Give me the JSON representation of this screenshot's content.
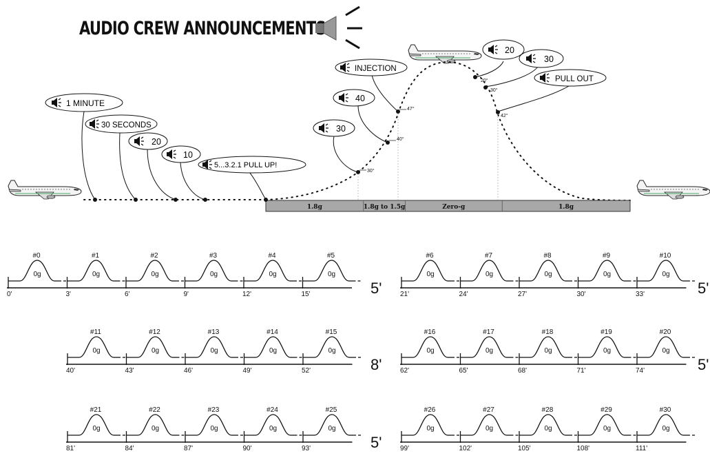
{
  "title": "AUDIO CREW ANNOUNCEMENTS",
  "callouts": {
    "one_minute": "1  MINUTE",
    "thirty_seconds": "30 SECONDS",
    "twenty": "20",
    "ten": "10",
    "countdown": "5...3.2.1 PULL UP!",
    "thirty": "30",
    "forty": "40",
    "injection": "INJECTION",
    "top_twenty": "20",
    "top_thirty": "30",
    "pull_out": "PULL OUT"
  },
  "angle_marks": {
    "a30": "30°",
    "a40": "40°",
    "a47": "47°",
    "d20": "20°",
    "d30": "30°",
    "d42": "42°"
  },
  "phases": [
    {
      "label": "1.8g",
      "start_parabola": 0,
      "weight": 1.45
    },
    {
      "label": "1.8g to 1.5g",
      "weight": 0.62
    },
    {
      "label": "Zero-g",
      "weight": 1.44
    },
    {
      "label": "1.8g",
      "weight": 1.9
    }
  ],
  "parabola_label": "0g",
  "rows": [
    {
      "left": {
        "numbers": [
          "#0",
          "#1",
          "#2",
          "#3",
          "#4",
          "#5"
        ],
        "ticks": [
          "0'",
          "3'",
          "6'",
          "9'",
          "12'",
          "15'"
        ]
      },
      "gap": "5'",
      "right": {
        "numbers": [
          "#6",
          "#7",
          "#8",
          "#9",
          "#10"
        ],
        "ticks": [
          "21'",
          "24'",
          "27'",
          "30'",
          "33'"
        ]
      },
      "end": "5'"
    },
    {
      "left": {
        "numbers": [
          "#11",
          "#12",
          "#13",
          "#14",
          "#15"
        ],
        "ticks": [
          "40'",
          "43'",
          "46'",
          "49'",
          "52'"
        ]
      },
      "gap": "8'",
      "right": {
        "numbers": [
          "#16",
          "#17",
          "#18",
          "#19",
          "#20"
        ],
        "ticks": [
          "62'",
          "65'",
          "68'",
          "71'",
          "74'"
        ]
      },
      "end": "5'"
    },
    {
      "left": {
        "numbers": [
          "#21",
          "#22",
          "#23",
          "#24",
          "#25"
        ],
        "ticks": [
          "81'",
          "84'",
          "87'",
          "90'",
          "93'"
        ]
      },
      "gap": "5'",
      "right": {
        "numbers": [
          "#26",
          "#27",
          "#28",
          "#29",
          "#30"
        ],
        "ticks": [
          "99'",
          "102'",
          "105'",
          "108'",
          "111'"
        ]
      },
      "end": ""
    }
  ]
}
